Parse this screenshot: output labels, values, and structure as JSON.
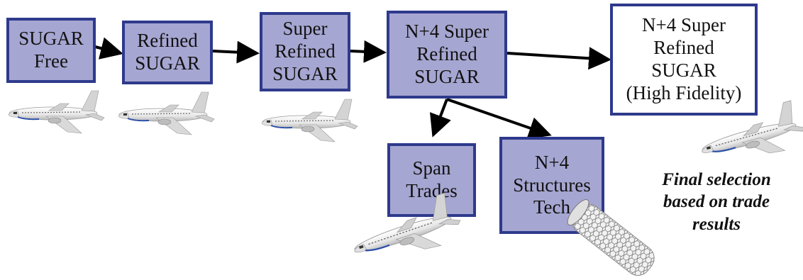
{
  "boxes": {
    "sugar_free": "SUGAR\nFree",
    "refined": "Refined\nSUGAR",
    "super_refined": "Super\nRefined\nSUGAR",
    "n4_super_refined": "N+4 Super\nRefined\nSUGAR",
    "high_fidelity": "N+4 Super\nRefined\nSUGAR\n(High Fidelity)",
    "span_trades": "Span\nTrades",
    "structures_tech": "N+4\nStructures\nTech"
  },
  "note": "Final selection\nbased on trade\nresults",
  "colors": {
    "box_fill": "#a6a6d2",
    "box_border": "#2e3a8c",
    "arrow": "#000000"
  },
  "icons": [
    "airplane-icon",
    "carbon-nanotube-icon"
  ]
}
